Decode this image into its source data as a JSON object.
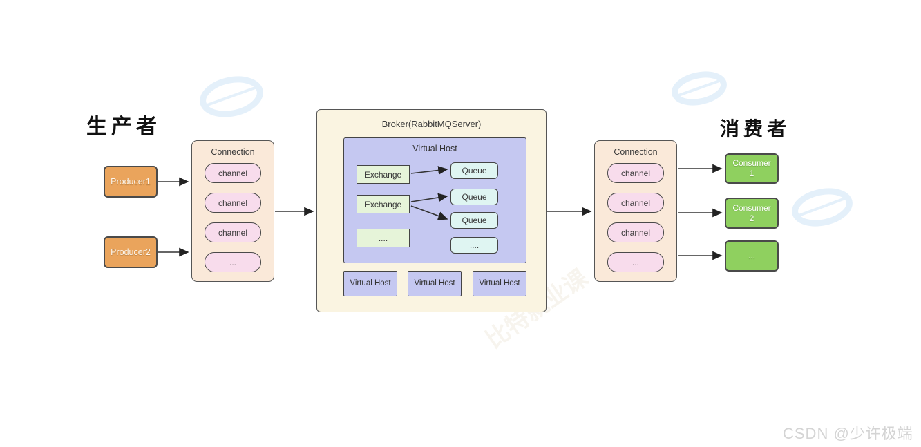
{
  "titles": {
    "producers": "生产者",
    "consumers": "消费者"
  },
  "producers": [
    {
      "label": "Producer1"
    },
    {
      "label": "Producer2"
    }
  ],
  "left_connection": {
    "label": "Connection",
    "channels": [
      "channel",
      "channel",
      "channel",
      "..."
    ]
  },
  "broker": {
    "title": "Broker(RabbitMQServer)",
    "virtual_host": {
      "label": "Virtual Host",
      "exchanges": [
        "Exchange",
        "Exchange",
        "...."
      ],
      "queues": [
        "Queue",
        "Queue",
        "Queue",
        "...."
      ]
    },
    "virtual_hosts_bottom": [
      "Virtual Host",
      "Virtual Host",
      "Virtual Host"
    ]
  },
  "right_connection": {
    "label": "Connection",
    "channels": [
      "channel",
      "channel",
      "channel",
      "..."
    ]
  },
  "consumers": [
    {
      "line1": "Consumer",
      "line2": "1"
    },
    {
      "line1": "Consumer",
      "line2": "2"
    },
    {
      "line1": "..."
    }
  ],
  "watermarks": {
    "diagonal_text": "比特就业课",
    "csdn": "CSDN @少许极端"
  },
  "colors": {
    "producer_orange": "#EAA45C",
    "connection_bg": "#FAE9D9",
    "channel_pink": "#F8DCEC",
    "broker_bg": "#FAF4E1",
    "virtual_host_purple": "#C5C8F1",
    "exchange_green": "#E6F4D9",
    "queue_cyan": "#DFF5F2",
    "consumer_green": "#8FD05F",
    "arrow": "#333333"
  }
}
